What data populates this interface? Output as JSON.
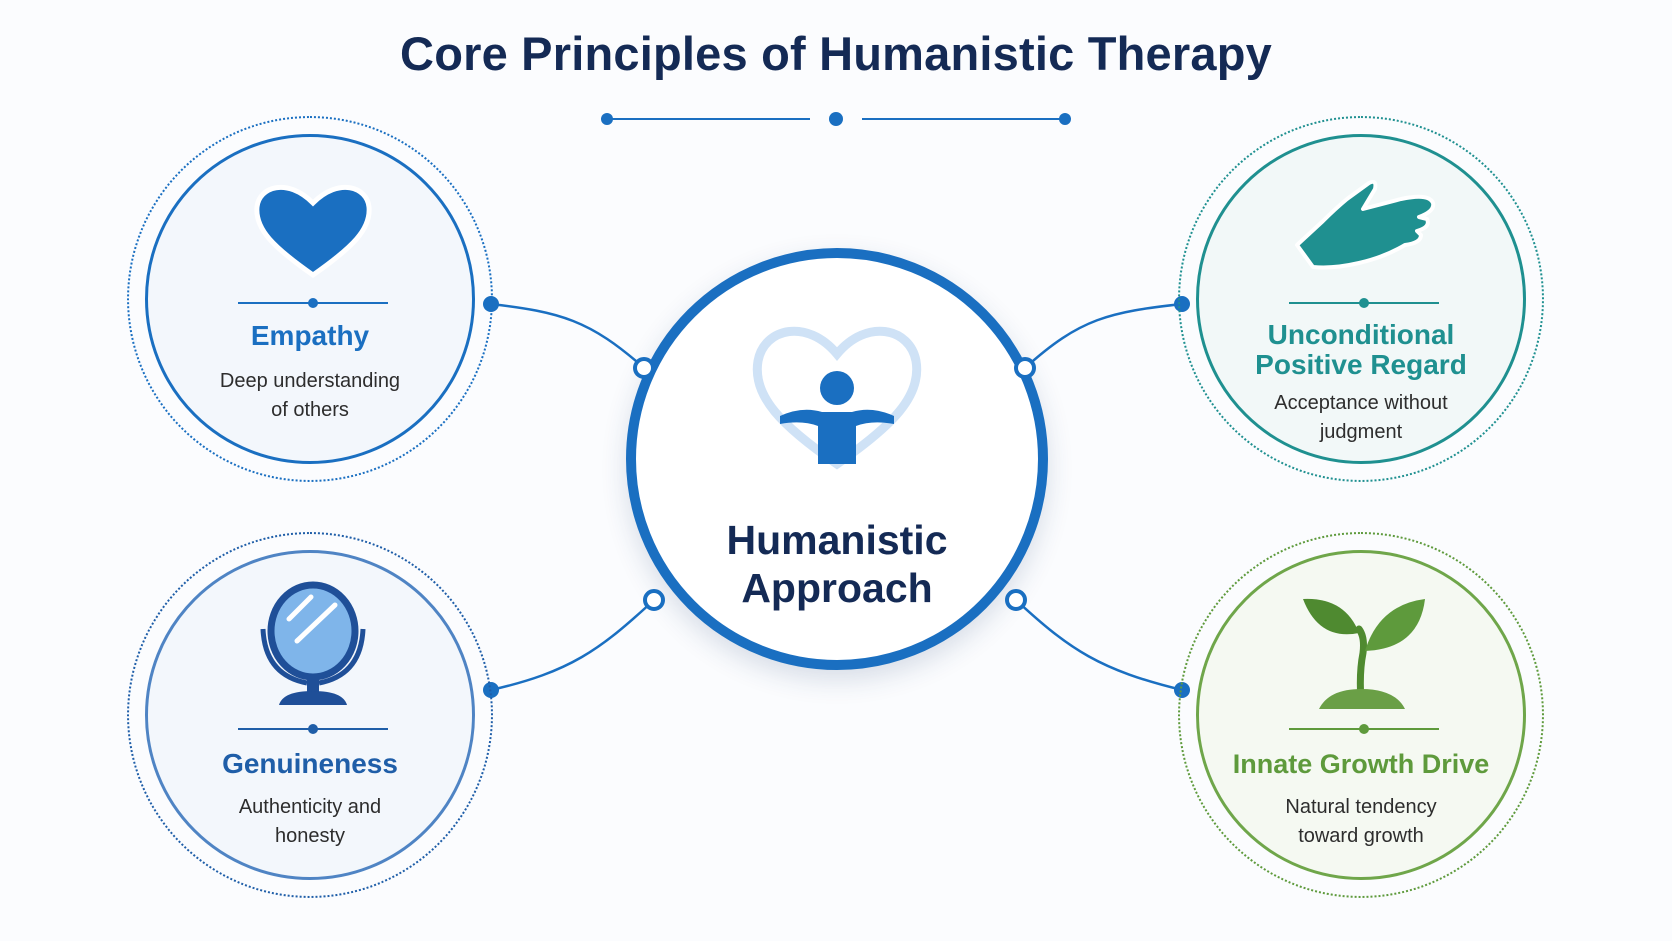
{
  "title": "Core Principles of Humanistic Therapy",
  "center": {
    "title_line1": "Humanistic",
    "title_line2": "Approach",
    "icon": "person-heart-icon"
  },
  "principles": [
    {
      "title_line1": "Empathy",
      "title_line2": "",
      "desc_line1": "Deep understanding",
      "desc_line2": "of others",
      "icon": "heart-icon",
      "color": "#1a6fc1"
    },
    {
      "title_line1": "Unconditional",
      "title_line2": "Positive Regard",
      "desc_line1": "Acceptance without",
      "desc_line2": "judgment",
      "icon": "open-hand-icon",
      "color": "#1f9090"
    },
    {
      "title_line1": "Genuineness",
      "title_line2": "",
      "desc_line1": "Authenticity and",
      "desc_line2": "honesty",
      "icon": "mirror-icon",
      "color": "#1f5ea8"
    },
    {
      "title_line1": "Innate Growth Drive",
      "title_line2": "",
      "desc_line1": "Natural tendency",
      "desc_line2": "toward growth",
      "icon": "sprout-icon",
      "color": "#5e9a3c"
    }
  ],
  "colors": {
    "title": "#142a55",
    "accent": "#1a6fc1",
    "empathy": "#1a6fc1",
    "regard": "#1f9090",
    "genuineness": "#1f5ea8",
    "growth": "#5e9a3c"
  }
}
